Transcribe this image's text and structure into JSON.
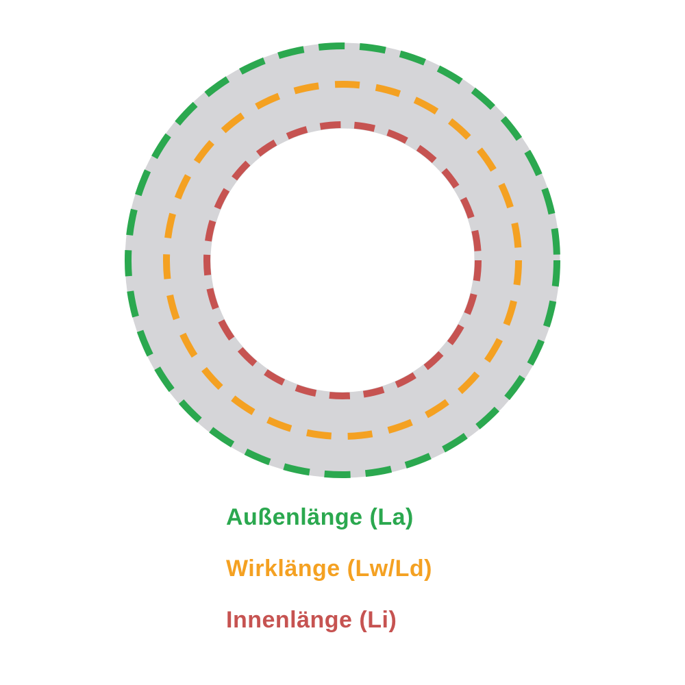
{
  "diagram": {
    "belt_color": "#d5d5d8"
  },
  "measurements": [
    {
      "label": "Außenlänge (La)",
      "color": "#2ba84f"
    },
    {
      "label": "Wirklänge (Lw/Ld)",
      "color": "#f4a122"
    },
    {
      "label": "Innenlänge (Li)",
      "color": "#c65351"
    }
  ]
}
